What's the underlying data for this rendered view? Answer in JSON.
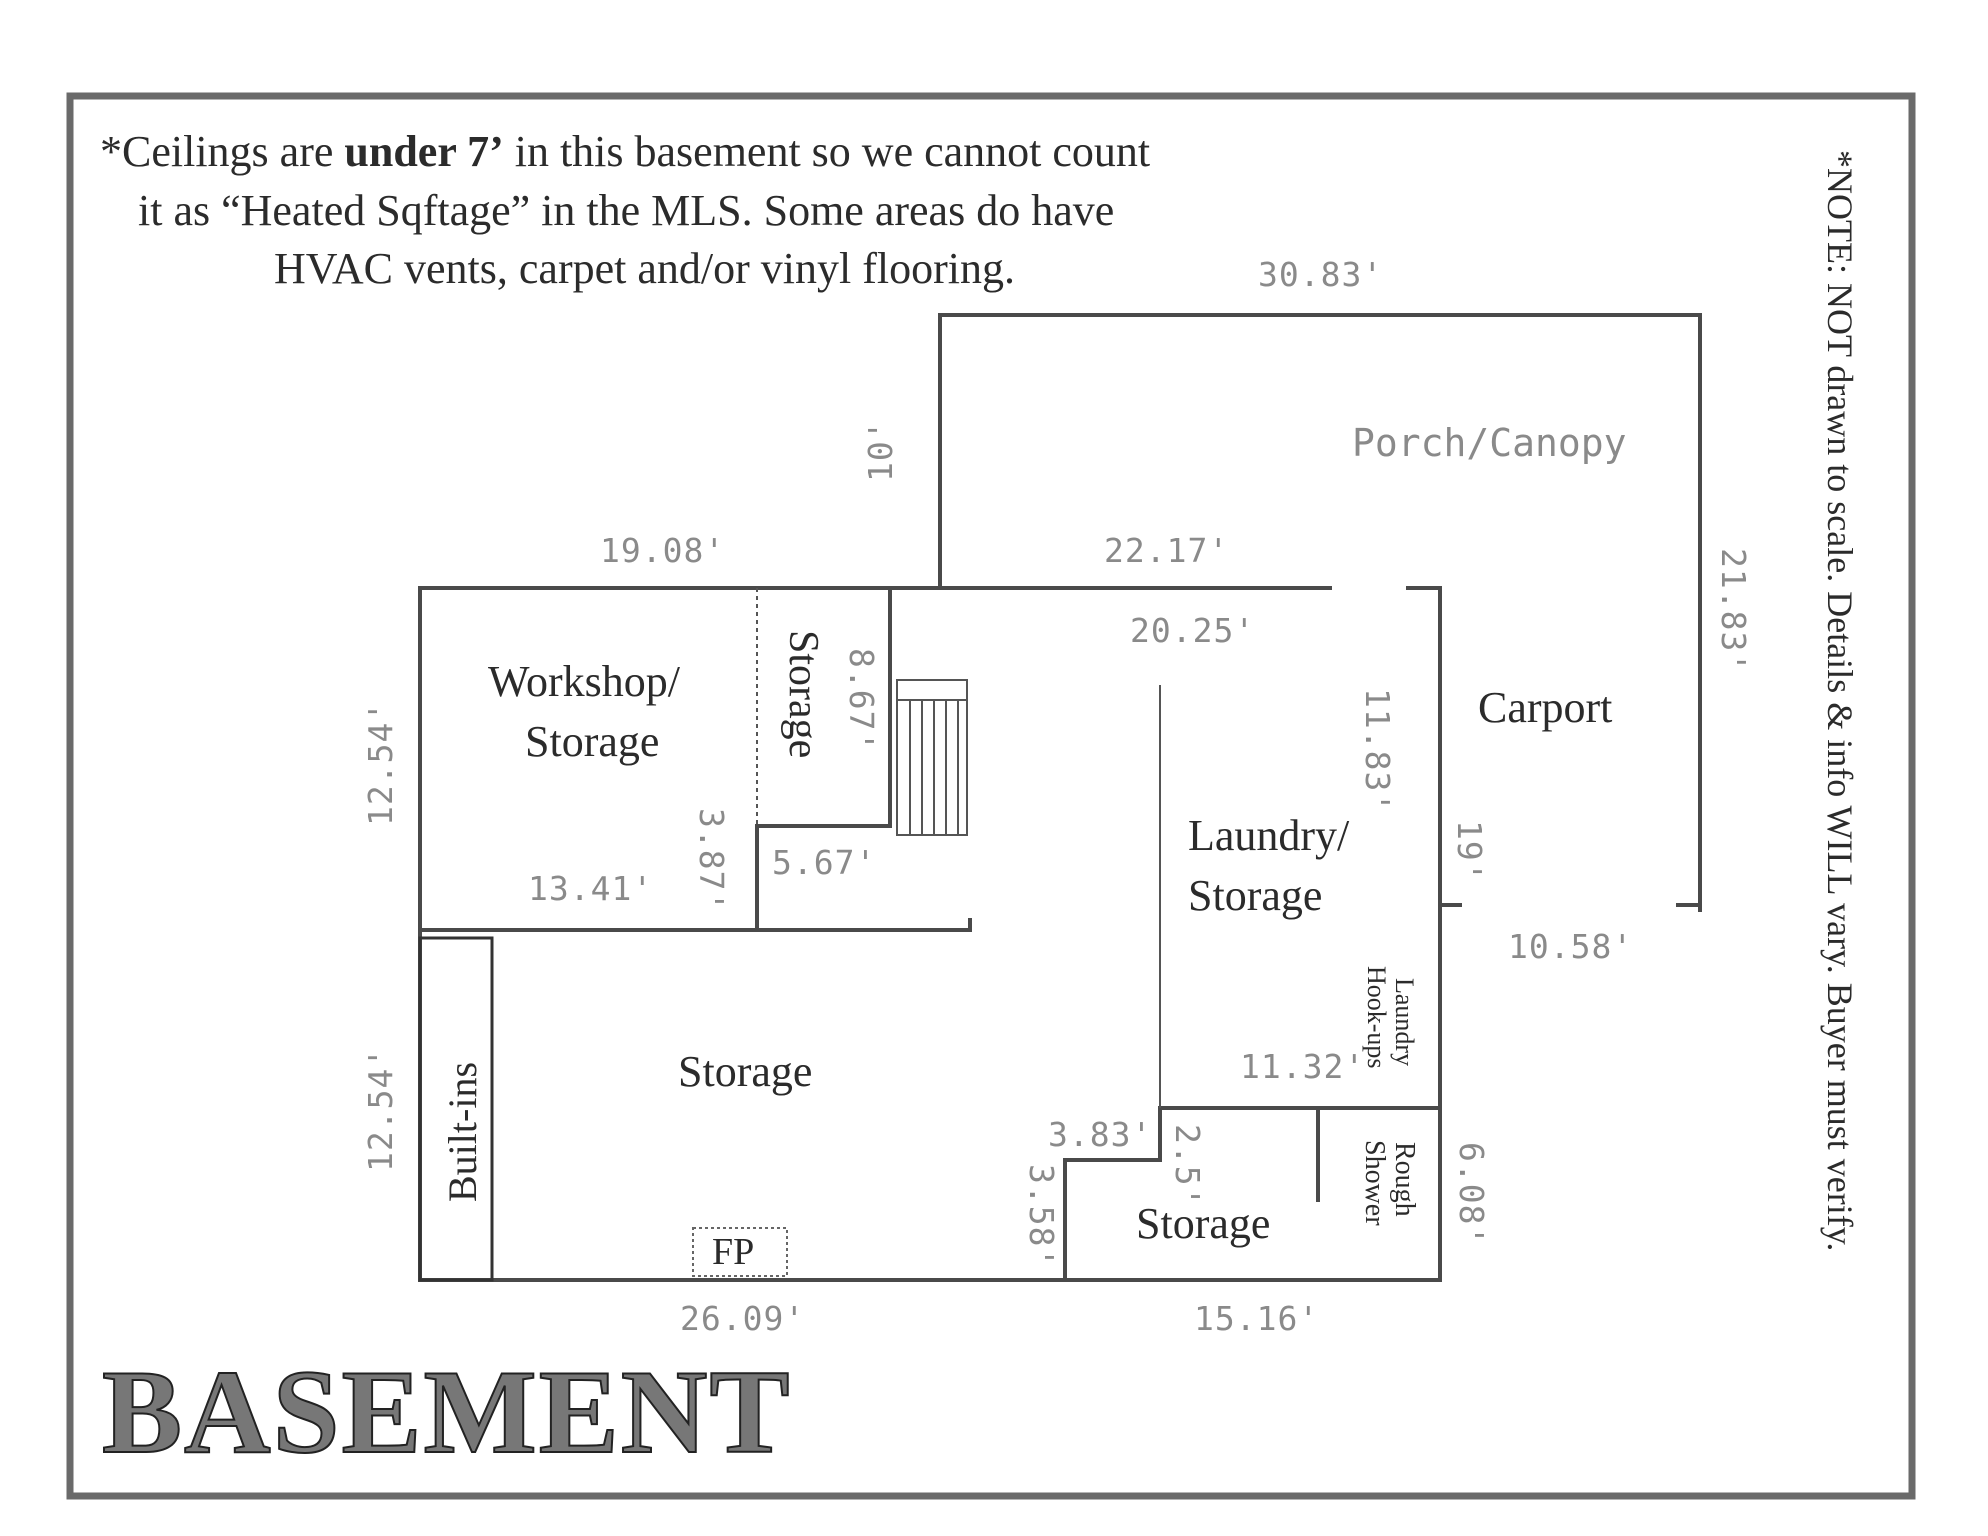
{
  "note_top": {
    "line1_prefix": "*Ceilings are ",
    "line1_bold": "under 7’",
    "line1_suffix": " in this basement so we cannot count",
    "line2": "it as “Heated Sqftage” in the MLS.  Some areas do have",
    "line3": "HVAC vents, carpet and/or vinyl flooring."
  },
  "note_side": "*NOTE: NOT drawn to scale.  Details & info WILL vary. Buyer must verify.",
  "title": "BASEMENT",
  "rooms": {
    "porch": "Porch/Canopy",
    "carport": "Carport",
    "workshop_line1": "Workshop/",
    "workshop_line2": "Storage",
    "storage_small": "Storage",
    "laundry_line1": "Laundry/",
    "laundry_line2": "Storage",
    "laundry_hookups_line1": "Laundry",
    "laundry_hookups_line2": "Hook-ups",
    "storage_main": "Storage",
    "built_ins": "Built-ins",
    "fireplace": "FP",
    "storage_lower": "Storage",
    "rough_shower_line1": "Rough",
    "rough_shower_line2": "Shower"
  },
  "dimensions": {
    "porch_top": "30.83'",
    "porch_left": "10'",
    "porch_right": "21.83'",
    "top_left": "19.08'",
    "top_mid": "22.17'",
    "top_inner": "20.25'",
    "left_upper": "12.54'",
    "left_lower": "12.54'",
    "storage_depth": "8.67'",
    "stair_step": "3.87'",
    "stair_width": "5.67'",
    "workshop_bottom": "13.41'",
    "laundry_height": "11.83'",
    "carport_gap": "19'",
    "carport_bottom": "10.58'",
    "laundry_bottom": "11.32'",
    "notch_width": "3.83'",
    "notch_depth": "2.5'",
    "lower_left_step": "3.58'",
    "right_lower": "6.08'",
    "bottom_left": "26.09'",
    "bottom_right": "15.16'"
  }
}
